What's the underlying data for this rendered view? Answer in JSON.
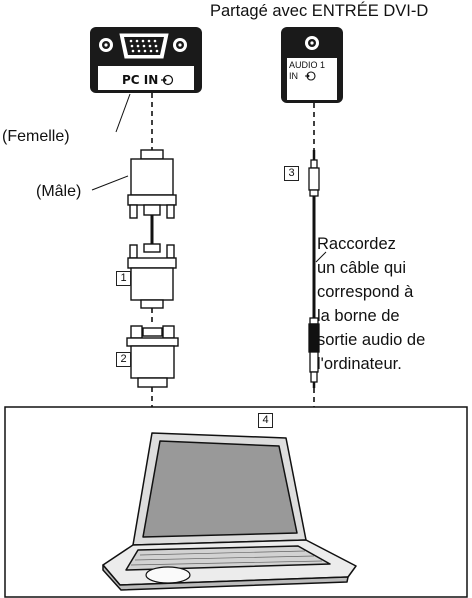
{
  "header_label": "Partagé avec ENTRÉE DVI-D",
  "pc_port_label": "PC IN",
  "audio_port_label_line1": "AUDIO 1",
  "audio_port_label_line2": "IN",
  "label_female": "(Femelle)",
  "label_male": "(Mâle)",
  "audio_note": "Raccordez\nun câble qui\ncorrespond à\nla borne de\nsortie audio de\nl'ordinateur.",
  "callouts": {
    "one": "1",
    "two": "2",
    "three": "3",
    "four": "4"
  },
  "colors": {
    "line": "#111111",
    "panel": "#1a1a1a",
    "screen": "#999999"
  }
}
